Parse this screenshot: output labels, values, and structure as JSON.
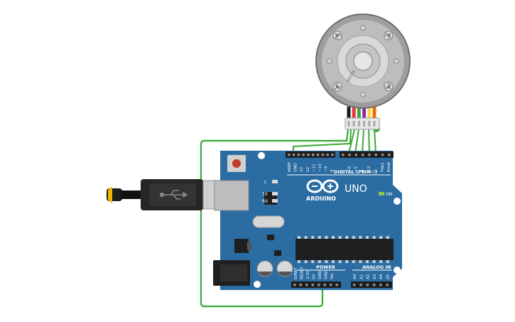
{
  "board": {
    "model": "UNO",
    "brand": "ARDUINO",
    "digital_header": "DIGITAL (PWM~)",
    "power_header": "POWER",
    "analog_header": "ANALOG IN",
    "on_label": "ON",
    "led_l": "L",
    "led_tx": "TX",
    "led_rx": "RX",
    "digital_pins": [
      "AREF",
      "GND",
      "13",
      "12",
      "~11",
      "~10",
      "~9",
      "8",
      "7",
      "~6",
      "~5",
      "4",
      "~3",
      "2",
      "TX▸1",
      "RX◂0"
    ],
    "power_pins": [
      "IOREF",
      "RESET",
      "3.3V",
      "5V",
      "GND",
      "GND",
      "Vin"
    ],
    "analog_pins": [
      "A0",
      "A1",
      "A2",
      "A3",
      "A4",
      "A5"
    ]
  },
  "motor": {
    "label": "MOTOR",
    "wire_colors": [
      "#1a1a1a",
      "#e53935",
      "#43a047",
      "#8e24aa",
      "#fdd835",
      "#ef6c00"
    ]
  },
  "colors": {
    "board": "#2b6da3",
    "wire": "#3aaa35",
    "header": "#1d1d1d",
    "cable": "#222222"
  }
}
